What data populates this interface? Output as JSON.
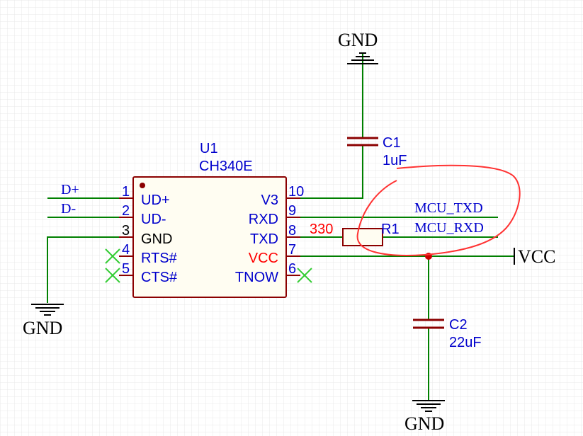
{
  "schematic": {
    "u1": {
      "designator": "U1",
      "part": "CH340E",
      "pins_left": [
        {
          "num": "1",
          "name": "UD+"
        },
        {
          "num": "2",
          "name": "UD-"
        },
        {
          "num": "3",
          "name": "GND"
        },
        {
          "num": "4",
          "name": "RTS#"
        },
        {
          "num": "5",
          "name": "CTS#"
        }
      ],
      "pins_right": [
        {
          "num": "10",
          "name": "V3"
        },
        {
          "num": "9",
          "name": "RXD"
        },
        {
          "num": "8",
          "name": "TXD"
        },
        {
          "num": "7",
          "name": "VCC"
        },
        {
          "num": "6",
          "name": "TNOW"
        }
      ]
    },
    "c1": {
      "designator": "C1",
      "value": "1uF"
    },
    "c2": {
      "designator": "C2",
      "value": "22uF"
    },
    "r1": {
      "designator": "R1",
      "value": "330"
    },
    "nets": {
      "d_plus": "D+",
      "d_minus": "D-",
      "mcu_txd": "MCU_TXD",
      "mcu_rxd": "MCU_RXD",
      "vcc": "VCC",
      "gnd_top": "GND",
      "gnd_left": "GND",
      "gnd_bottom": "GND"
    },
    "colors": {
      "wire": "#008000",
      "component": "#8b0000",
      "pin_label": "#0000cc",
      "highlight": "#ff0000",
      "noconnect": "#33cc33",
      "grid": "#e6e6e6"
    }
  }
}
